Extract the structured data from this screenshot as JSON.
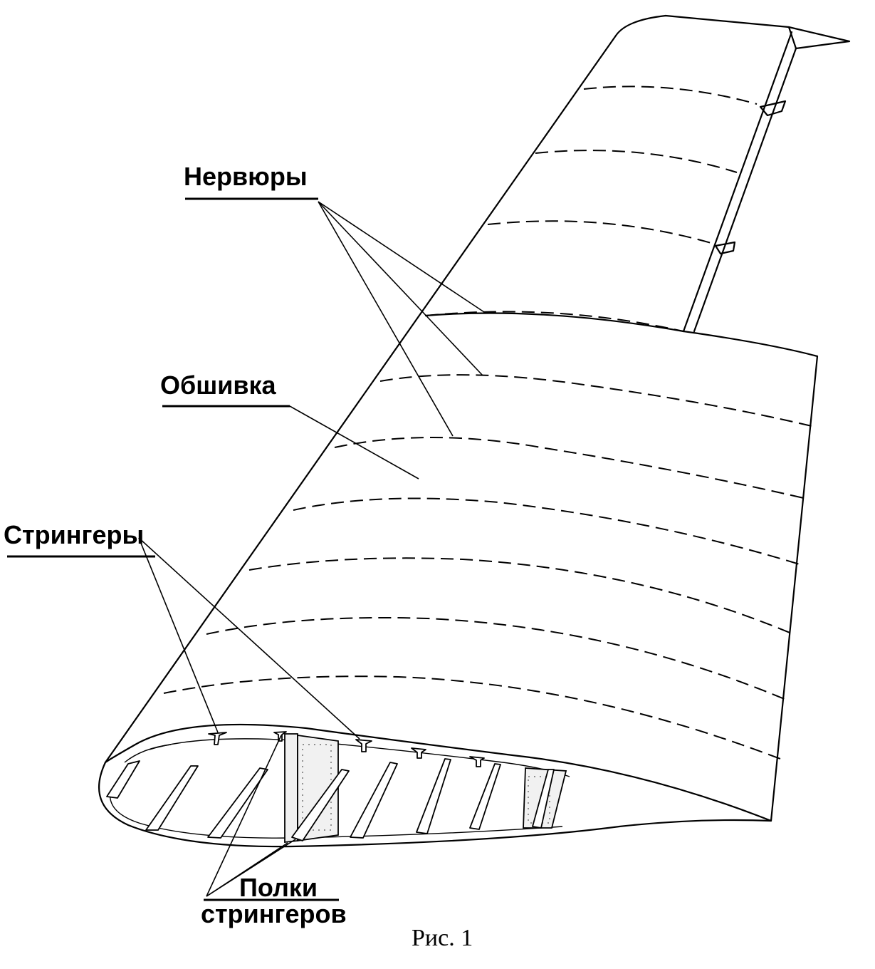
{
  "labels": {
    "ribs": "Нервюры",
    "skin": "Обшивка",
    "stringers": "Стрингеры",
    "stringer_flanges_line1": "Полки",
    "stringer_flanges_line2": "стрингеров"
  },
  "caption": "Рис. 1"
}
